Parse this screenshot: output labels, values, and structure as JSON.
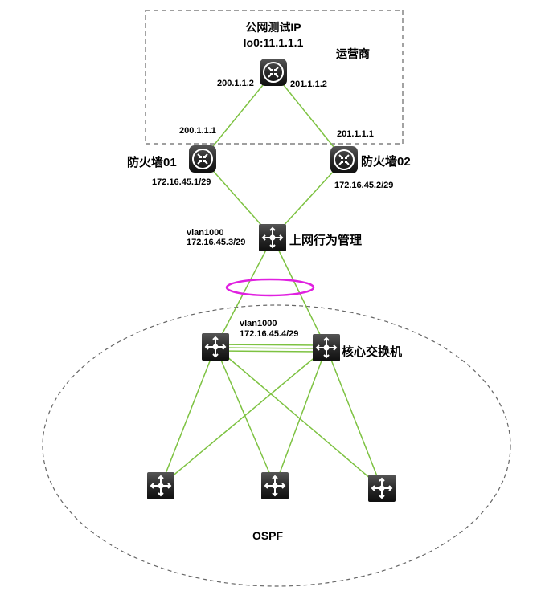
{
  "carrier_box": {
    "router_title": "公网测试IP",
    "router_loopback": "lo0:11.1.1.1",
    "carrier_label": "运营商",
    "router_if_left": "200.1.1.2",
    "router_if_right": "201.1.1.2"
  },
  "firewalls": {
    "fw1_name": "防火墙01",
    "fw1_wan_ip": "200.1.1.1",
    "fw1_lan_ip": "172.16.45.1/29",
    "fw2_name": "防火墙02",
    "fw2_wan_ip": "201.1.1.1",
    "fw2_lan_ip": "172.16.45.2/29"
  },
  "behavior_mgmt": {
    "name": "上网行为管理",
    "vlan": "vlan1000",
    "ip": "172.16.45.3/29"
  },
  "core": {
    "name": "核心交换机",
    "vlan": "vlan1000",
    "ip": "172.16.45.4/29"
  },
  "ospf_label": "OSPF",
  "colors": {
    "link": "#7dc241",
    "aggregation_ring": "#e020e0",
    "dashed_border": "#666666",
    "device_fill": "#2b2b2b"
  },
  "icons": {
    "router": "router-icon",
    "switch": "layer3-switch-icon"
  }
}
